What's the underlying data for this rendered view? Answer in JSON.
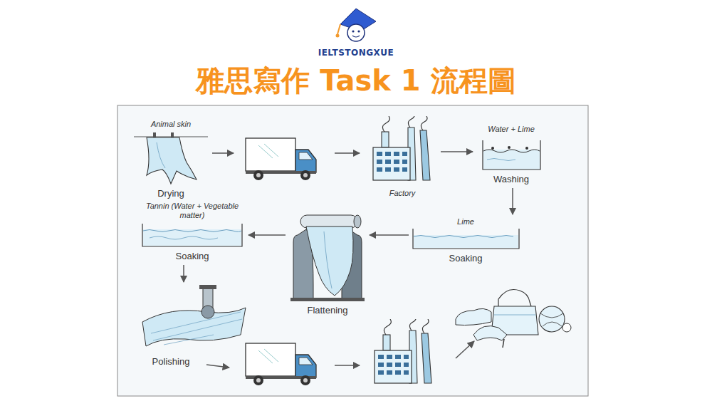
{
  "diagram": {
    "title": "雅思寫作 Task 1 流程圖",
    "nodes": [
      {
        "text": [
          "Animal skin",
          "Drying"
        ]
      },
      {
        "text": [
          "Factory"
        ]
      },
      {
        "text": [
          "Water + Lime",
          "Washing"
        ]
      },
      {
        "text": [
          "Lime",
          "Soaking"
        ]
      },
      {
        "text": [
          "Flattening"
        ]
      },
      {
        "text": [
          "Tannin (Water + Vegetable matter)",
          "Soaking"
        ]
      },
      {
        "text": [
          "Polishing"
        ]
      }
    ],
    "edges": [
      {
        "from": 1,
        "to": 2,
        "arrow": "to"
      },
      {
        "from": 2,
        "to": 3,
        "arrow": "to"
      },
      {
        "from": 3,
        "to": 4,
        "arrow": "to"
      },
      {
        "from": 4,
        "to": 5,
        "arrow": "to"
      },
      {
        "from": 5,
        "to": 6,
        "arrow": "to"
      }
    ],
    "labels": [
      "IELTSTONGXUE"
    ]
  }
}
